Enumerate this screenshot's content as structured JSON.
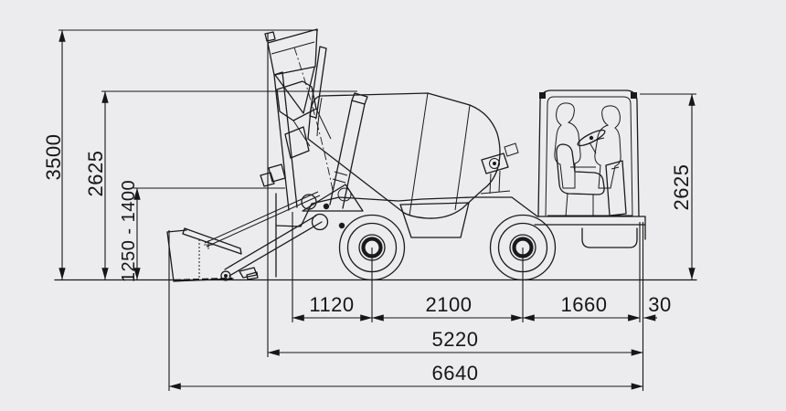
{
  "diagram": {
    "subject": "self-loading-concrete-mixer-side-view",
    "colors": {
      "background": "#ececee",
      "line": "#1a1a1a",
      "text": "#161616"
    }
  },
  "dimensions": {
    "overall_height": "3500",
    "drum_height": "2625",
    "discharge_height": "1250 - 1400",
    "cab_height": "2625",
    "front_section": "1120",
    "wheelbase": "2100",
    "rear_section": "1660",
    "rear_overhang": "30",
    "length_without_bucket": "5220",
    "overall_length": "6640"
  }
}
